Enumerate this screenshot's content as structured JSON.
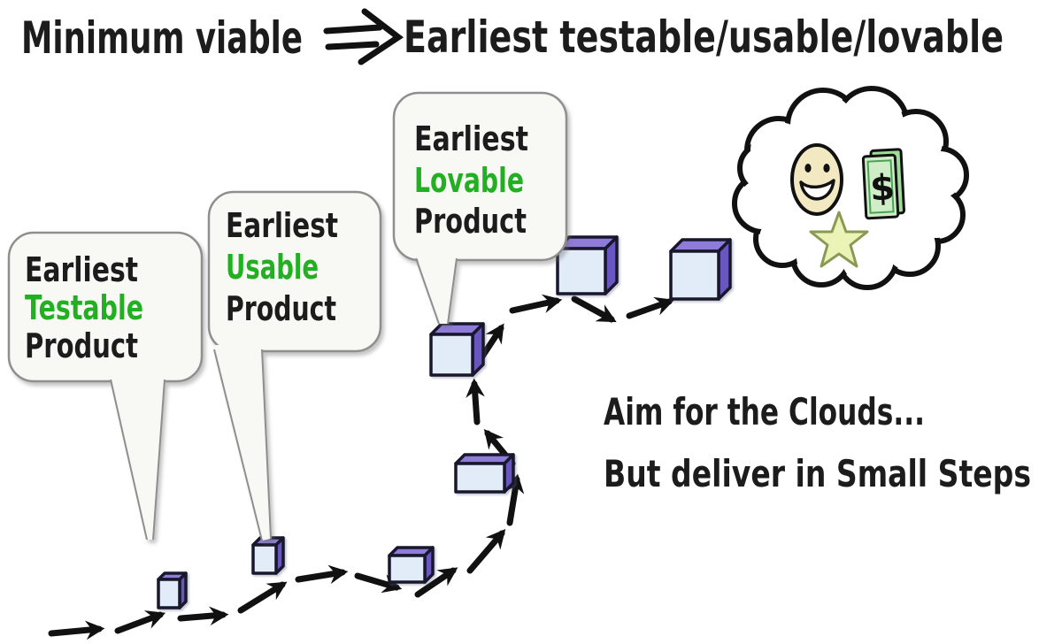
{
  "title": {
    "left": "Minimum viable",
    "right": "Earliest testable/usable/lovable",
    "arrow_icon": "double-arrow-right"
  },
  "bubbles": [
    {
      "line1": "Earliest",
      "line2": "Testable",
      "line3": "Product"
    },
    {
      "line1": "Earliest",
      "line2": "Usable",
      "line3": "Product"
    },
    {
      "line1": "Earliest",
      "line2": "Lovable",
      "line3": "Product"
    }
  ],
  "caption": {
    "line1": "Aim for the Clouds...",
    "line2": "But deliver in Small Steps"
  },
  "cloud": {
    "dollar": "$",
    "icons": [
      "smiley-icon",
      "money-icon",
      "star-icon"
    ]
  },
  "colors": {
    "text": "#1c1c1c",
    "green_accent": "#22b022",
    "bubble_fill": "#f8f8f5",
    "bubble_border": "#8f8f8f",
    "cube_face": "#e2ebf8",
    "cube_top": "#8f7cd8",
    "cube_side": "#6a56bf",
    "money_green": "#cfeec8",
    "star_fill": "#ebf3b6"
  }
}
